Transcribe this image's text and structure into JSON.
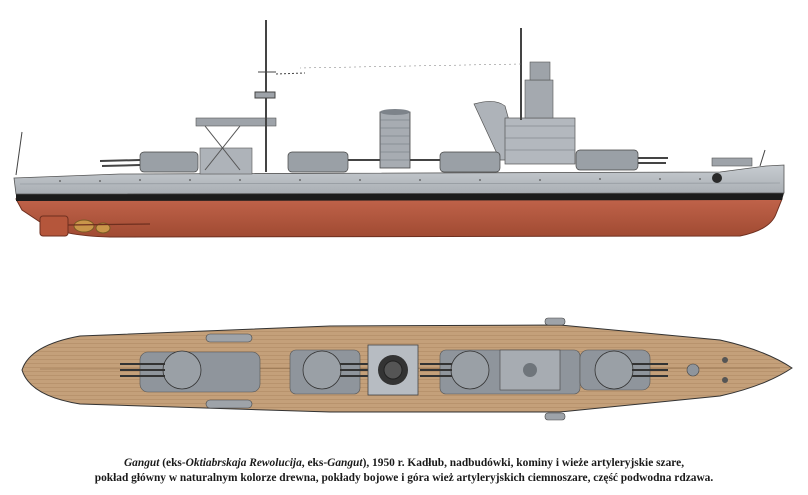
{
  "caption": {
    "ship": "Gangut",
    "open": " (eks-",
    "alt_name_1": "Oktiabrskaja Rewolucija",
    "sep": ", eks-",
    "alt_name_2": "Gangut",
    "rest_line1": "), 1950 r. Kadłub, nadbudówki, kominy i wieże artyleryjskie szare,",
    "line2": "pokład główny w naturalnym kolorze drewna, pokłady bojowe i góra wież artyleryjskich ciemnoszare, część podwodna rdzawa."
  },
  "colors": {
    "hull_grey": "#b7bcc2",
    "hull_dark": "#7d838a",
    "boot_black": "#1b1b1b",
    "underwater_red": "#b5563b",
    "deck_wood": "#c4a07a",
    "deck_dark_grey": "#8f959c",
    "prop_bronze": "#c9964a"
  }
}
